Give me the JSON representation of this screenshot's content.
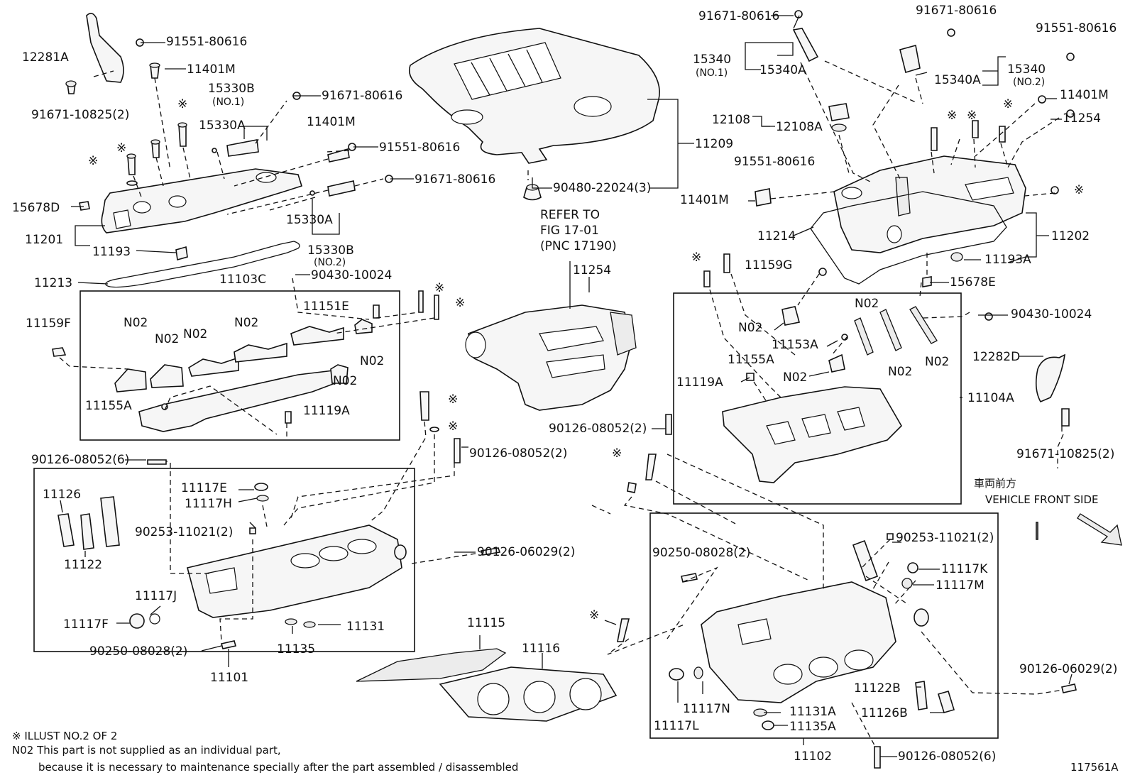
{
  "diagram_id": "117561A",
  "notes": {
    "illust": "※  ILLUST NO.2 OF 2",
    "n02_line1": "N02 This part is not supplied as an individual part,",
    "n02_line2": "because it is necessary to maintenance specially after the part assembled / disassembled"
  },
  "refer": {
    "line1": "REFER TO",
    "line2": "FIG 17-01",
    "line3": "(PNC 17190)"
  },
  "front": {
    "jp": "車両前方",
    "en": "VEHICLE FRONT SIDE"
  },
  "labels": [
    "12281A",
    "91551-80616",
    "11401M",
    "91671-10825(2)",
    "15330B",
    "(NO.1)",
    "91671-80616",
    "15330A",
    "※",
    "※",
    "※",
    "15678D",
    "11201",
    "11193",
    "11401M",
    "91551-80616",
    "91671-80616",
    "15330A",
    "15330B",
    "(NO.2)",
    "11213",
    "11103C",
    "90430-10024",
    "11159F",
    "N02",
    "N02",
    "N02",
    "N02",
    "11151E",
    "N02",
    "N02",
    "11155A",
    "11119A",
    "※",
    "※",
    "90480-22024(3)",
    "11209",
    "REFER TO",
    "11254",
    "91671-80616",
    "15340",
    "(NO.1)",
    "15340A",
    "12108",
    "12108A",
    "91551-80616",
    "11401M",
    "91671-80616",
    "15340A",
    "15340",
    "(NO.2)",
    "91551-80616",
    "11401M",
    "11254",
    "※",
    "※",
    "※",
    "11214",
    "11202",
    "11193A",
    "※",
    "※",
    "11159G",
    "15678E",
    "N02",
    "N02",
    "N02",
    "N02",
    "N02",
    "11153A",
    "11155A",
    "11119A",
    "90430-10024",
    "12282D",
    "11104A",
    "91671-10825(2)",
    "90126-08052(2)",
    "※",
    "※",
    "90126-08052(2)",
    "90126-08052(6)",
    "11126",
    "11122",
    "11117E",
    "11117H",
    "90253-11021(2)",
    "11117J",
    "11117F",
    "90250-08028(2)",
    "11135",
    "11131",
    "90126-06029(2)",
    "11101",
    "11115",
    "11116",
    "※",
    "※",
    "90250-08028(2)",
    "90253-11021(2)",
    "11117K",
    "11117M",
    "11122B",
    "11126B",
    "11117N",
    "11117L",
    "11131A",
    "11135A",
    "11102",
    "90126-08052(6)",
    "90126-06029(2)"
  ]
}
